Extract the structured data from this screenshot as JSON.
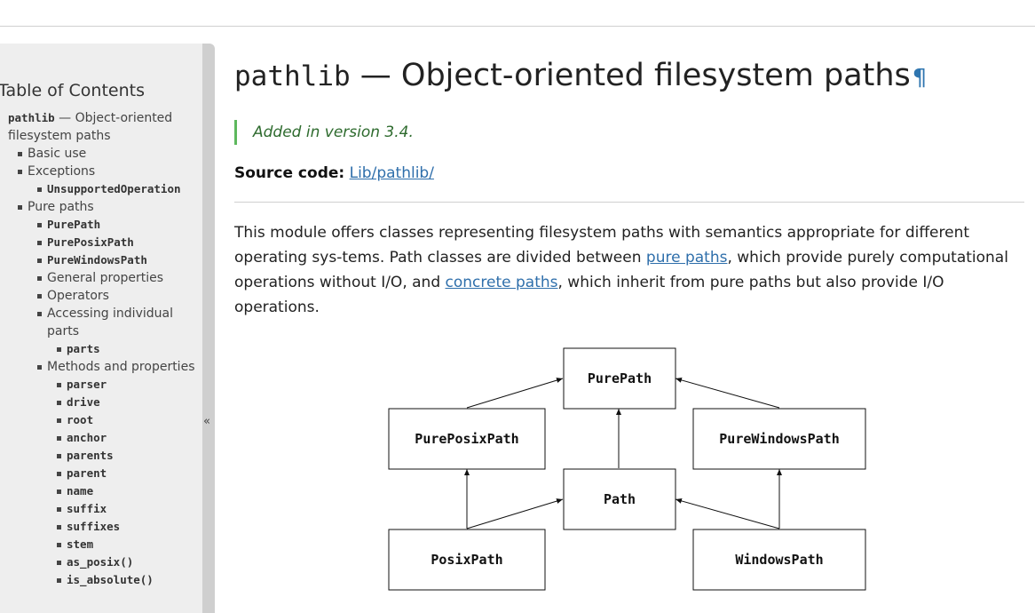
{
  "sidebar": {
    "toc_title": "Table of Contents",
    "collapse_glyph": "«",
    "items": [
      {
        "level": 0,
        "code": "pathlib",
        "text": " — Object-oriented filesystem paths"
      },
      {
        "level": 1,
        "text": "Basic use"
      },
      {
        "level": 1,
        "text": "Exceptions"
      },
      {
        "level": 2,
        "code": "UnsupportedOperation"
      },
      {
        "level": 1,
        "text": "Pure paths"
      },
      {
        "level": 2,
        "code": "PurePath"
      },
      {
        "level": 2,
        "code": "PurePosixPath"
      },
      {
        "level": 2,
        "code": "PureWindowsPath"
      },
      {
        "level": 2,
        "text": "General properties"
      },
      {
        "level": 2,
        "text": "Operators"
      },
      {
        "level": 2,
        "text": "Accessing individual parts"
      },
      {
        "level": 3,
        "code": "parts"
      },
      {
        "level": 2,
        "text": "Methods and properties"
      },
      {
        "level": 3,
        "code": "parser"
      },
      {
        "level": 3,
        "code": "drive"
      },
      {
        "level": 3,
        "code": "root"
      },
      {
        "level": 3,
        "code": "anchor"
      },
      {
        "level": 3,
        "code": "parents"
      },
      {
        "level": 3,
        "code": "parent"
      },
      {
        "level": 3,
        "code": "name"
      },
      {
        "level": 3,
        "code": "suffix"
      },
      {
        "level": 3,
        "code": "suffixes"
      },
      {
        "level": 3,
        "code": "stem"
      },
      {
        "level": 3,
        "code": "as_posix()"
      },
      {
        "level": 3,
        "code": "is_absolute()"
      }
    ]
  },
  "main": {
    "title_code": "pathlib",
    "title_rest": " — Object-oriented filesystem paths",
    "pilcrow": "¶",
    "added": "Added in version 3.4.",
    "source_label": "Source code:",
    "source_link": "Lib/pathlib/",
    "para": {
      "t1": "This module offers classes representing filesystem paths with semantics appropriate for different operating sys-tems. Path classes are divided between ",
      "link1": "pure paths",
      "t2": ", which provide purely computational operations without I/O, and ",
      "link2": "concrete paths",
      "t3": ", which inherit from pure paths but also provide I/O operations."
    },
    "diagram": {
      "purepath": "PurePath",
      "pureposix": "PurePosixPath",
      "purewindows": "PureWindowsPath",
      "path": "Path",
      "posix": "PosixPath",
      "windows": "WindowsPath"
    }
  }
}
